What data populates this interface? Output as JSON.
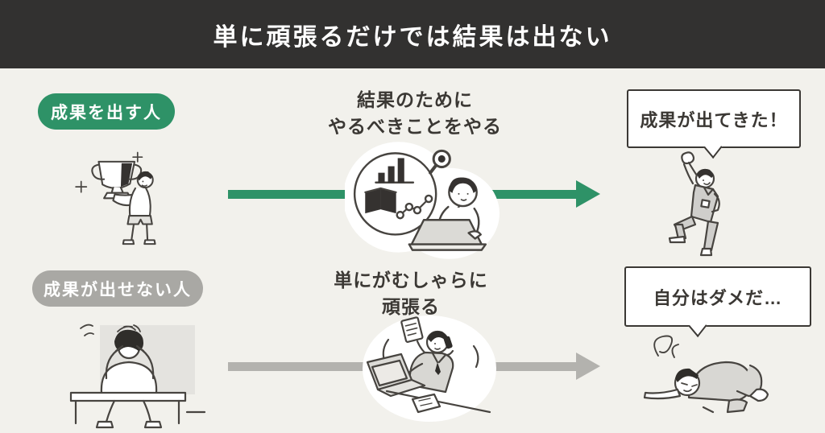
{
  "header": {
    "title": "単に頑張るだけでは結果は出ない"
  },
  "colors": {
    "header_bg": "#323130",
    "background": "#f2f1ec",
    "accent_green": "#2e9267",
    "pill_gray": "#a9a8a4",
    "arrow_gray": "#b3b2ae",
    "text_dark": "#3b3834",
    "bubble_bg": "#ffffff",
    "bubble_border": "#3b3834"
  },
  "rows": [
    {
      "label": "成果を出す人",
      "action_line1": "結果のために",
      "action_line2": "やるべきことをやる",
      "bubble_text": "成果が出てきた！",
      "arrow_color": "#2e9267",
      "left_illustration": "person-holding-trophy",
      "middle_illustration": "person-analyzing-data-at-laptop",
      "right_illustration": "person-jumping-with-joy"
    },
    {
      "label": "成果が出せない人",
      "action_line1": "単にがむしゃらに",
      "action_line2": "頑張る",
      "bubble_text": "自分はダメだ…",
      "arrow_color": "#b3b2ae",
      "left_illustration": "person-head-in-hands-on-bench",
      "middle_illustration": "person-frantically-multitasking",
      "right_illustration": "person-collapsed-on-ground"
    }
  ]
}
